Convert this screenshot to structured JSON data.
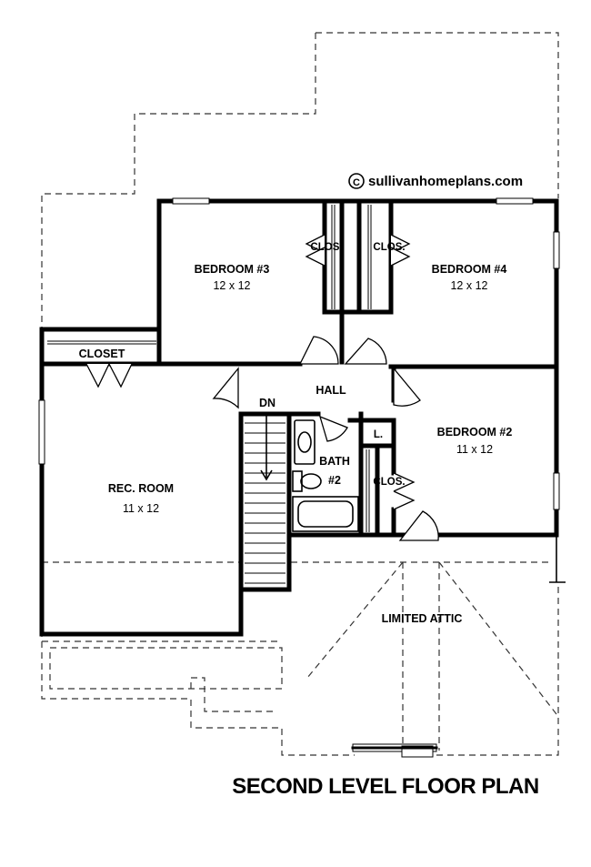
{
  "credit": {
    "symbol": "©",
    "text": "sullivanhomeplans.com"
  },
  "rooms": {
    "bedroom3": {
      "name": "BEDROOM #3",
      "size": "12 x 12"
    },
    "bedroom4": {
      "name": "BEDROOM #4",
      "size": "12 x 12"
    },
    "bedroom2": {
      "name": "BEDROOM #2",
      "size": "11 x 12"
    },
    "rec_room": {
      "name": "REC. ROOM",
      "size": "11 x 12"
    },
    "bath2": {
      "name": "BATH",
      "number": "#2"
    },
    "hall": {
      "name": "HALL"
    },
    "closet": {
      "name": "CLOSET"
    },
    "clos_left": {
      "name": "CLOS."
    },
    "clos_right": {
      "name": "CLOS."
    },
    "clos_bed2": {
      "name": "CLOS."
    },
    "linen": {
      "name": "L."
    },
    "stairs": {
      "name": "DN"
    },
    "attic": {
      "name": "LIMITED ATTIC"
    }
  },
  "title": "SECOND LEVEL FLOOR PLAN"
}
